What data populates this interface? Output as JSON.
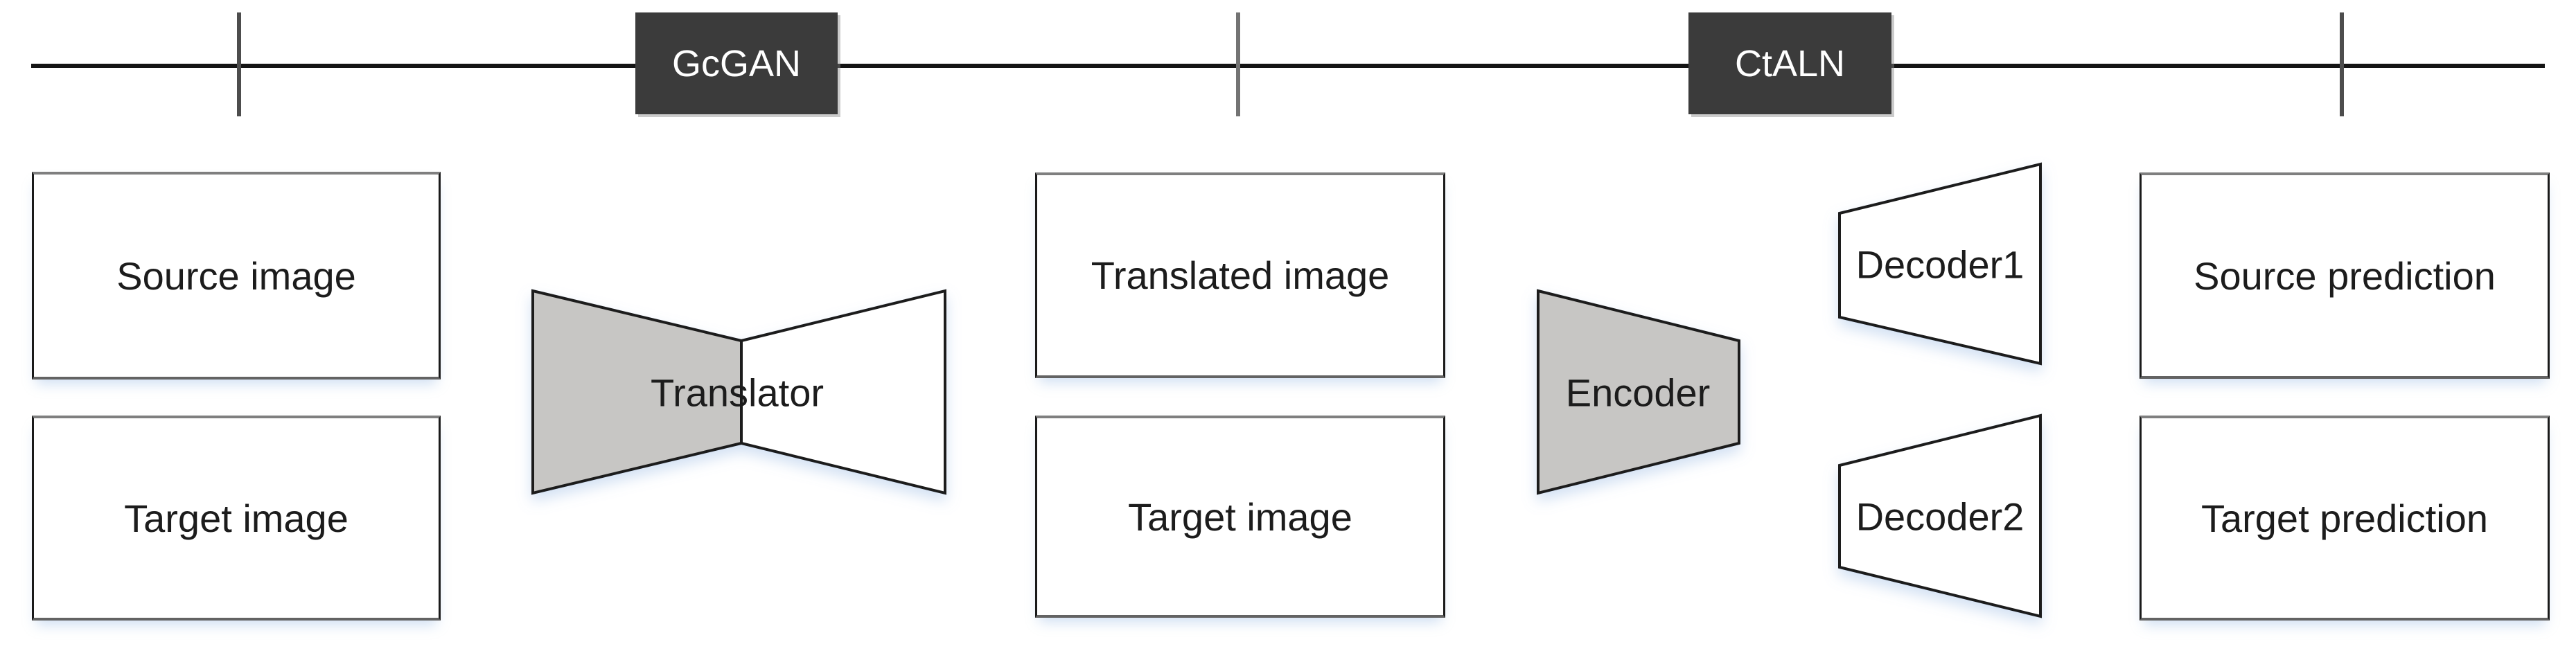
{
  "diagram": {
    "timeline": {
      "stages": [
        {
          "label": "GcGAN"
        },
        {
          "label": "CtALN"
        }
      ]
    },
    "nodes": {
      "source_image": "Source image",
      "target_image_left": "Target image",
      "translator": "Translator",
      "translated_image": "Translated image",
      "target_image_middle": "Target image",
      "encoder": "Encoder",
      "decoder1": "Decoder1",
      "decoder2": "Decoder2",
      "source_prediction": "Source prediction",
      "target_prediction": "Target prediction"
    },
    "colors": {
      "stage_box_bg": "#3b3b3b",
      "stage_box_text": "#ffffff",
      "shape_fill_gray": "#c7c6c4",
      "shape_fill_white": "#ffffff",
      "outline": "#1c1c1c",
      "label_text": "#1c1c1c",
      "timeline_line": "#141414"
    }
  }
}
